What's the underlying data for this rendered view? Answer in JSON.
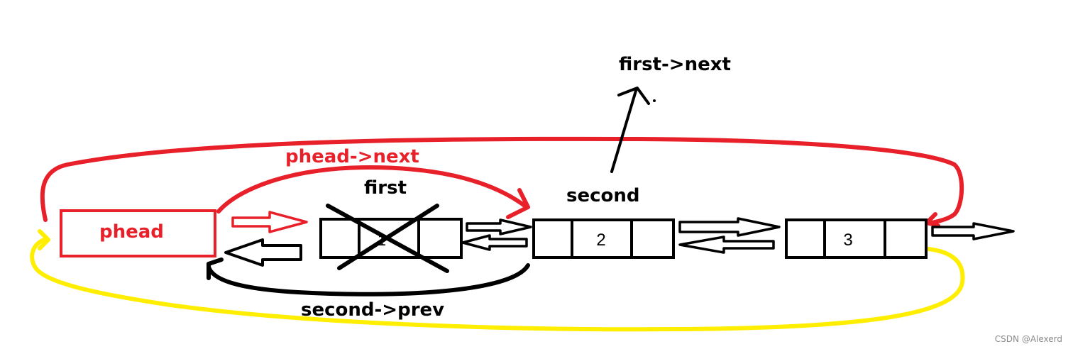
{
  "labels": {
    "first_next": "first->next",
    "phead_next": "phead->next",
    "first": "first",
    "second": "second",
    "phead": "phead",
    "second_prev": "second->prev"
  },
  "nodes": [
    {
      "value": "1"
    },
    {
      "value": "2"
    },
    {
      "value": "3"
    }
  ],
  "watermark": "CSDN @Alexerd",
  "colors": {
    "red": "#e8202a",
    "yellow": "#ffee00",
    "black": "#000000"
  }
}
